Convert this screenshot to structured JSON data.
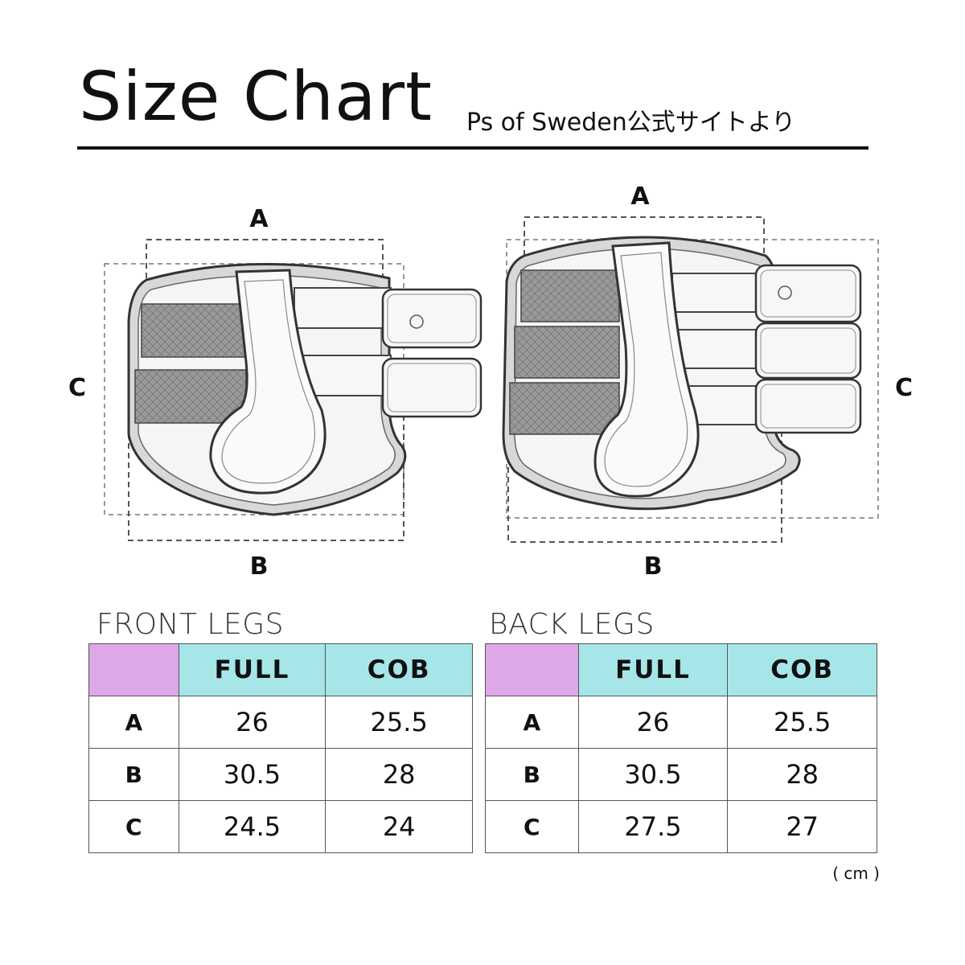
{
  "header": {
    "title": "Size Chart",
    "subtitle": "Ps of Sweden公式サイトより"
  },
  "diagram": {
    "front": {
      "label_a": "A",
      "label_b": "B",
      "label_c": "C"
    },
    "back": {
      "label_a": "A",
      "label_b": "B",
      "label_c": "C"
    }
  },
  "front_table": {
    "title": "FRONT LEGS",
    "columns": [
      "FULL",
      "COB"
    ],
    "rows": [
      {
        "label": "A",
        "full": "26",
        "cob": "25.5"
      },
      {
        "label": "B",
        "full": "30.5",
        "cob": "28"
      },
      {
        "label": "C",
        "full": "24.5",
        "cob": "24"
      }
    ]
  },
  "back_table": {
    "title": "BACK LEGS",
    "columns": [
      "FULL",
      "COB"
    ],
    "rows": [
      {
        "label": "A",
        "full": "26",
        "cob": "25.5"
      },
      {
        "label": "B",
        "full": "30.5",
        "cob": "28"
      },
      {
        "label": "C",
        "full": "27.5",
        "cob": "27"
      }
    ]
  },
  "unit_note": "( cm )",
  "colors": {
    "header_cyan": "#a7e6e8",
    "corner_purple": "#dda7e8"
  }
}
